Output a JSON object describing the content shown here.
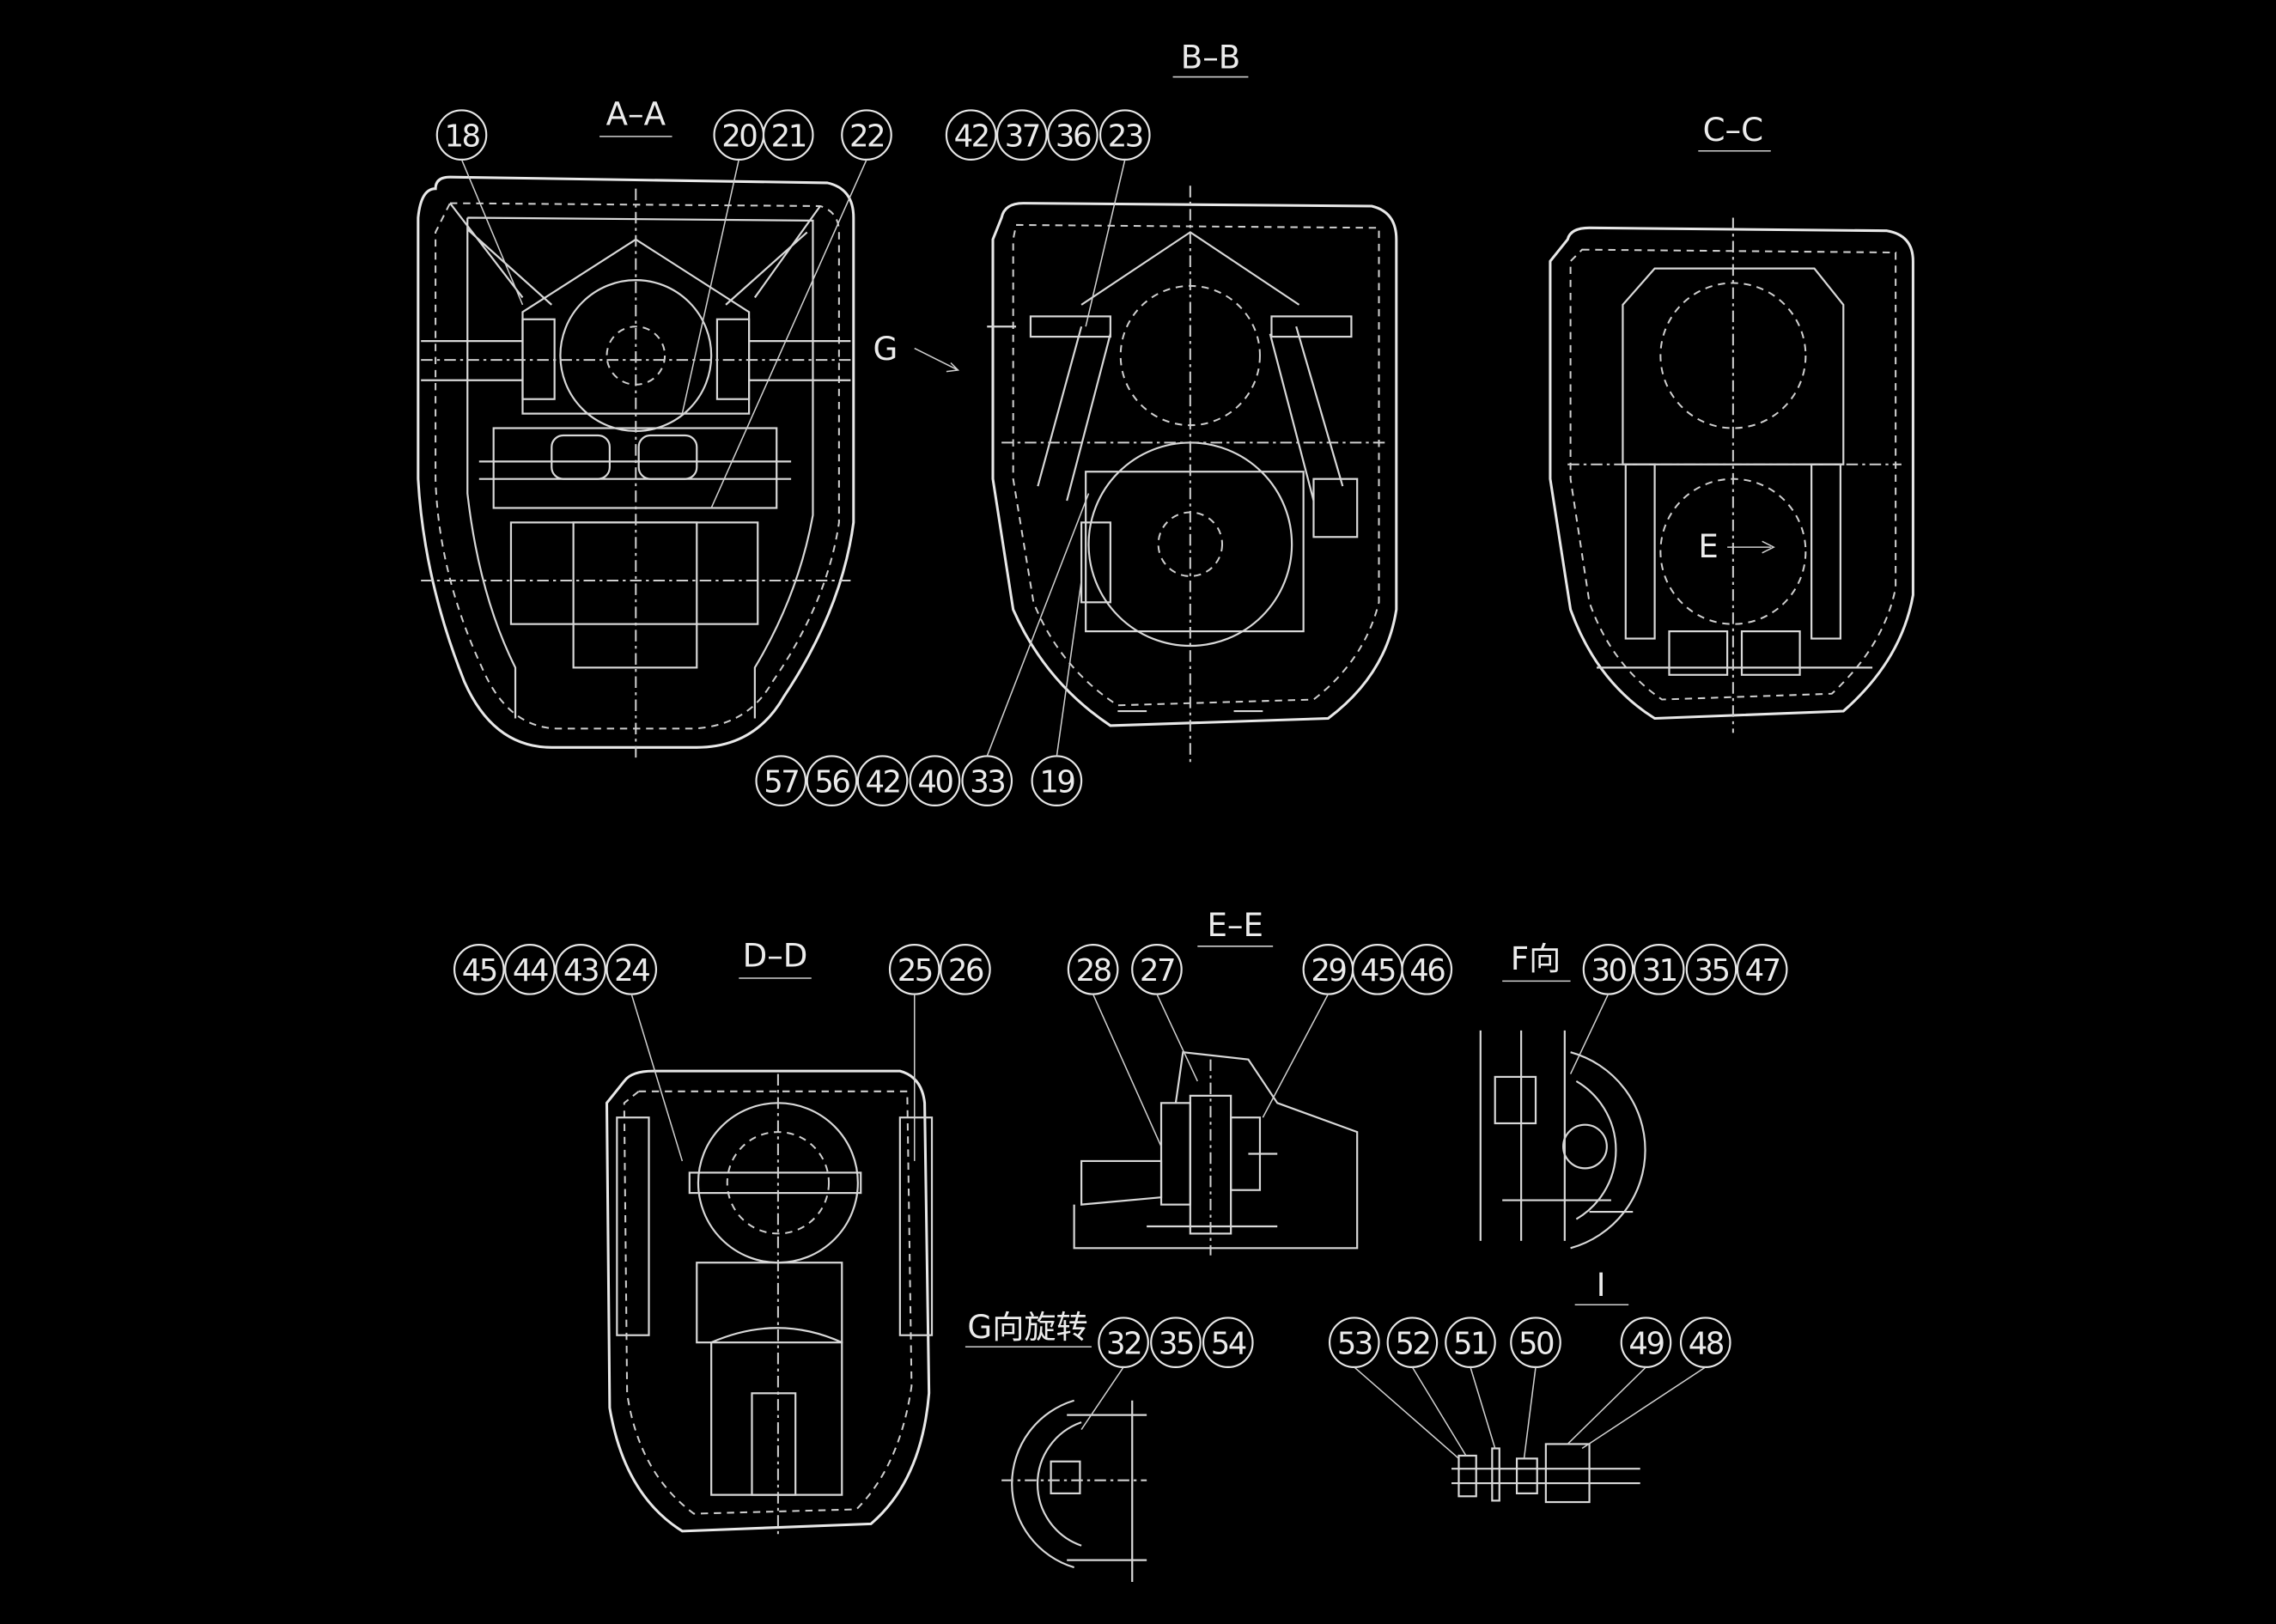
{
  "views": {
    "aa": {
      "title": "A–A",
      "balloons": [
        "18",
        "20",
        "21",
        "22"
      ]
    },
    "bb": {
      "title": "B–B",
      "balloons_top": [
        "42",
        "37",
        "36",
        "23"
      ],
      "balloons_bottom": [
        "57",
        "56",
        "42",
        "40",
        "33",
        "19"
      ],
      "arrow_label": "G"
    },
    "cc": {
      "title": "C–C",
      "arrow_label": "E"
    },
    "dd": {
      "title": "D–D",
      "balloons": [
        "45",
        "44",
        "43",
        "24",
        "25",
        "26"
      ]
    },
    "ee": {
      "title": "E–E",
      "balloons": [
        "28",
        "27",
        "29",
        "45",
        "46"
      ]
    },
    "f": {
      "title": "F向",
      "balloons": [
        "30",
        "31",
        "35",
        "47"
      ]
    },
    "g": {
      "title": "G向旋转",
      "balloons": [
        "32",
        "35",
        "54"
      ]
    },
    "i": {
      "title": "I",
      "balloons": [
        "53",
        "52",
        "51",
        "50",
        "49",
        "48"
      ]
    }
  },
  "colors": {
    "background": "#000000",
    "lines": "#d8d8d8"
  }
}
